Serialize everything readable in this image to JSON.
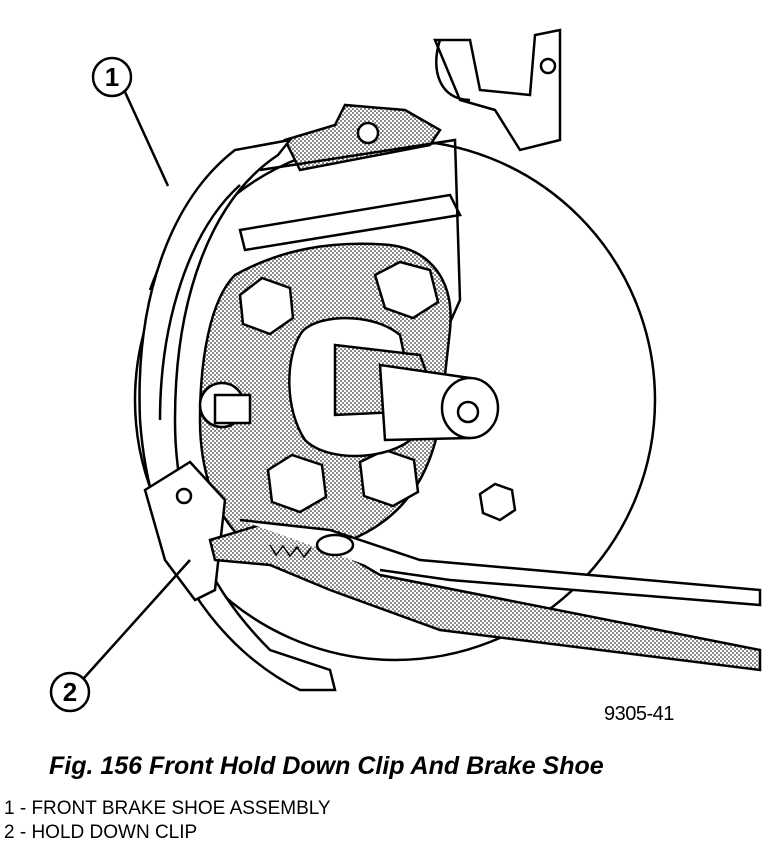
{
  "diagram": {
    "callouts": [
      {
        "number": "1",
        "label": "FRONT BRAKE SHOE ASSEMBLY"
      },
      {
        "number": "2",
        "label": "HOLD DOWN CLIP"
      }
    ],
    "figure_id": "9305-41"
  },
  "caption": "Fig. 156 Front Hold Down Clip And Brake Shoe",
  "legend": [
    "1 - FRONT BRAKE SHOE ASSEMBLY",
    "2 - HOLD DOWN CLIP"
  ]
}
